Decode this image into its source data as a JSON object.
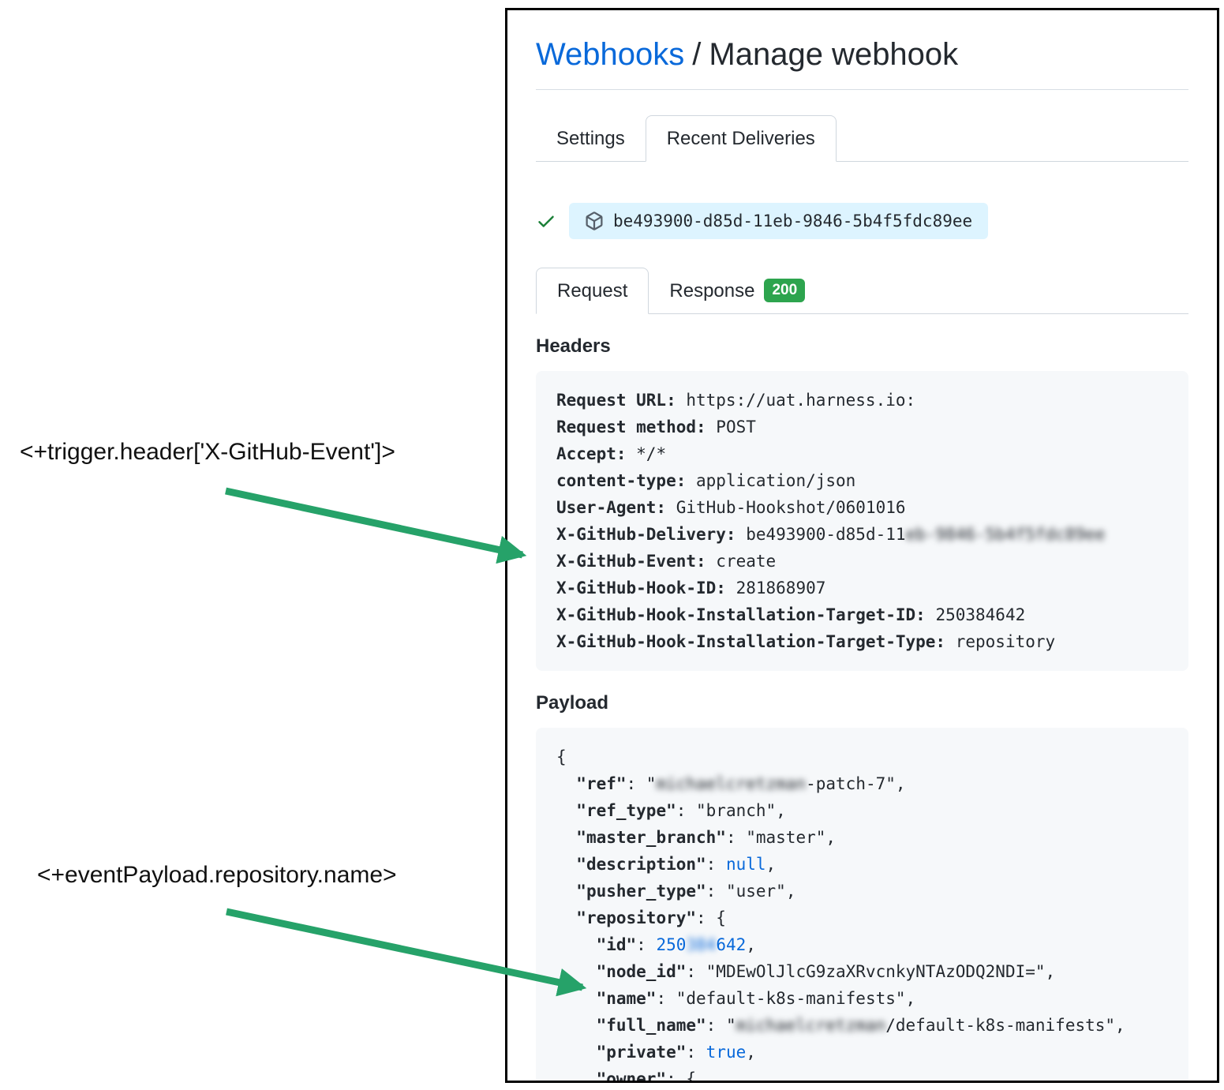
{
  "annotations": {
    "trigger_header_expression": "<+trigger.header['X-GitHub-Event']>",
    "event_payload_expression": "<+eventPayload.repository.name>"
  },
  "breadcrumb": {
    "section": "Webhooks",
    "separator": "/",
    "current": "Manage webhook"
  },
  "tabs": {
    "settings": "Settings",
    "recent_deliveries": "Recent Deliveries"
  },
  "delivery": {
    "guid": "be493900-d85d-11eb-9846-5b4f5fdc89ee",
    "status_icon": "check-icon",
    "type_icon": "package-icon"
  },
  "request_tabs": {
    "request": "Request",
    "response": "Response",
    "response_status": "200"
  },
  "headers": {
    "title": "Headers",
    "lines": [
      [
        {
          "t": "Request URL:",
          "c": "k"
        },
        {
          "t": " https://uat.harness.io:",
          "c": "v"
        }
      ],
      [
        {
          "t": "Request method:",
          "c": "k"
        },
        {
          "t": " POST",
          "c": "v"
        }
      ],
      [
        {
          "t": "Accept:",
          "c": "k"
        },
        {
          "t": " */*",
          "c": "v"
        }
      ],
      [
        {
          "t": "content-type:",
          "c": "k"
        },
        {
          "t": " application/json",
          "c": "v"
        }
      ],
      [
        {
          "t": "User-Agent:",
          "c": "k"
        },
        {
          "t": " GitHub-Hookshot/0601016",
          "c": "v"
        }
      ],
      [
        {
          "t": "X-GitHub-Delivery:",
          "c": "k"
        },
        {
          "t": " be493900-d85d-11",
          "c": "v"
        },
        {
          "t": "eb-9846-5b4f5fdc89ee",
          "c": "r"
        }
      ],
      [
        {
          "t": "X-GitHub-Event:",
          "c": "k"
        },
        {
          "t": " create",
          "c": "v"
        }
      ],
      [
        {
          "t": "X-GitHub-Hook-ID:",
          "c": "k"
        },
        {
          "t": " 281868907",
          "c": "v"
        }
      ],
      [
        {
          "t": "X-GitHub-Hook-Installation-Target-ID:",
          "c": "k"
        },
        {
          "t": " 250384642",
          "c": "v"
        }
      ],
      [
        {
          "t": "X-GitHub-Hook-Installation-Target-Type:",
          "c": "k"
        },
        {
          "t": " repository",
          "c": "v"
        }
      ]
    ]
  },
  "payload": {
    "title": "Payload",
    "lines": [
      [
        {
          "t": "{",
          "c": "v"
        }
      ],
      [
        {
          "t": "  ",
          "c": "v"
        },
        {
          "t": "\"ref\"",
          "c": "k"
        },
        {
          "t": ": \"",
          "c": "v"
        },
        {
          "t": "michaelcretzman",
          "c": "r"
        },
        {
          "t": "-patch-7\",",
          "c": "v"
        }
      ],
      [
        {
          "t": "  ",
          "c": "v"
        },
        {
          "t": "\"ref_type\"",
          "c": "k"
        },
        {
          "t": ": \"branch\",",
          "c": "v"
        }
      ],
      [
        {
          "t": "  ",
          "c": "v"
        },
        {
          "t": "\"master_branch\"",
          "c": "k"
        },
        {
          "t": ": \"master\",",
          "c": "v"
        }
      ],
      [
        {
          "t": "  ",
          "c": "v"
        },
        {
          "t": "\"description\"",
          "c": "k"
        },
        {
          "t": ": ",
          "c": "v"
        },
        {
          "t": "null",
          "c": "b"
        },
        {
          "t": ",",
          "c": "v"
        }
      ],
      [
        {
          "t": "  ",
          "c": "v"
        },
        {
          "t": "\"pusher_type\"",
          "c": "k"
        },
        {
          "t": ": \"user\",",
          "c": "v"
        }
      ],
      [
        {
          "t": "  ",
          "c": "v"
        },
        {
          "t": "\"repository\"",
          "c": "k"
        },
        {
          "t": ": {",
          "c": "v"
        }
      ],
      [
        {
          "t": "    ",
          "c": "v"
        },
        {
          "t": "\"id\"",
          "c": "k"
        },
        {
          "t": ": ",
          "c": "v"
        },
        {
          "t": "250",
          "c": "b"
        },
        {
          "t": "384",
          "c": "br"
        },
        {
          "t": "642",
          "c": "b"
        },
        {
          "t": ",",
          "c": "v"
        }
      ],
      [
        {
          "t": "    ",
          "c": "v"
        },
        {
          "t": "\"node_id\"",
          "c": "k"
        },
        {
          "t": ": \"MDEwOlJlcG9zaXRvcnkyNTAzODQ2NDI=\",",
          "c": "v"
        }
      ],
      [
        {
          "t": "    ",
          "c": "v"
        },
        {
          "t": "\"name\"",
          "c": "k"
        },
        {
          "t": ": \"default-k8s-manifests\",",
          "c": "v"
        }
      ],
      [
        {
          "t": "    ",
          "c": "v"
        },
        {
          "t": "\"full_name\"",
          "c": "k"
        },
        {
          "t": ": \"",
          "c": "v"
        },
        {
          "t": "michaelcretzman",
          "c": "r"
        },
        {
          "t": "/default-k8s-manifests\",",
          "c": "v"
        }
      ],
      [
        {
          "t": "    ",
          "c": "v"
        },
        {
          "t": "\"private\"",
          "c": "k"
        },
        {
          "t": ": ",
          "c": "v"
        },
        {
          "t": "true",
          "c": "b"
        },
        {
          "t": ",",
          "c": "v"
        }
      ],
      [
        {
          "t": "    ",
          "c": "v"
        },
        {
          "t": "\"owner\"",
          "c": "k"
        },
        {
          "t": ": {",
          "c": "v"
        }
      ]
    ]
  },
  "colors": {
    "arrow_green": "#26a269",
    "link_blue": "#0969da",
    "badge_green": "#2da44e",
    "check_green": "#1a7f37",
    "pill_blue": "#ddf4ff"
  }
}
